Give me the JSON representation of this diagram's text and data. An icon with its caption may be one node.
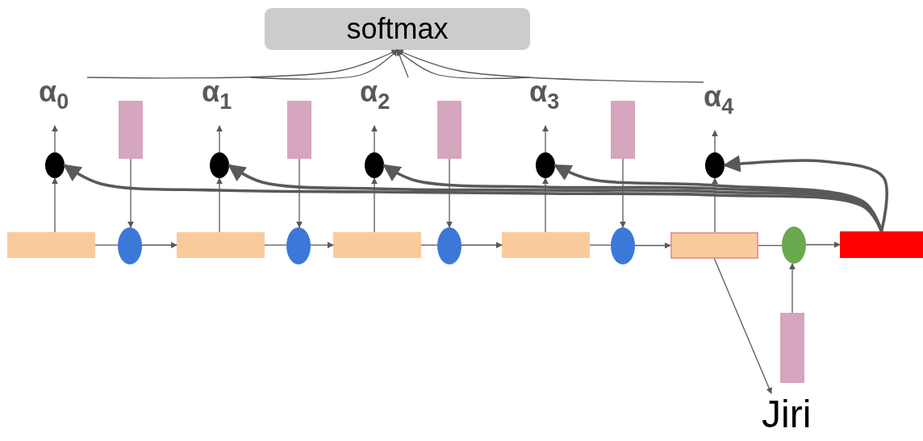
{
  "diagram": {
    "nodes": [
      {
        "text": [
          "softmax"
        ]
      },
      {
        "text": [
          "α$_{0}$"
        ]
      },
      {
        "text": [
          "α$_{1}$"
        ]
      },
      {
        "text": [
          "α$_{2}$"
        ]
      },
      {
        "text": [
          "α$_{3}$"
        ]
      },
      {
        "text": [
          "α$_{4}$"
        ]
      },
      {
        "text": [],
        "shape": "bar"
      },
      {
        "text": [],
        "shape": "bar"
      },
      {
        "text": [],
        "shape": "bar"
      },
      {
        "text": [],
        "shape": "bar"
      },
      {
        "text": [],
        "shape": "circle"
      },
      {
        "text": [],
        "shape": "circle"
      },
      {
        "text": [],
        "shape": "circle"
      },
      {
        "text": [],
        "shape": "circle"
      },
      {
        "text": [],
        "shape": "circle"
      },
      {
        "text": [],
        "shape": "box"
      },
      {
        "text": [],
        "shape": "circle"
      },
      {
        "text": [],
        "shape": "box"
      },
      {
        "text": [],
        "shape": "circle"
      },
      {
        "text": [],
        "shape": "box"
      },
      {
        "text": [],
        "shape": "circle"
      },
      {
        "text": [],
        "shape": "box"
      },
      {
        "text": [],
        "shape": "circle"
      },
      {
        "text": [],
        "shape": "box"
      },
      {
        "text": [],
        "shape": "circle"
      },
      {
        "text": [],
        "shape": "bar"
      },
      {
        "text": [],
        "shape": "bar"
      },
      {
        "text": [
          "Jiri"
        ]
      }
    ],
    "edges": [
      {
        "from": 1,
        "to": 0,
        "arrow": "to"
      },
      {
        "from": 2,
        "to": 0,
        "arrow": "to"
      },
      {
        "from": 3,
        "to": 0,
        "arrow": "to"
      },
      {
        "from": 4,
        "to": 0,
        "arrow": "to"
      },
      {
        "from": 5,
        "to": 0,
        "arrow": "to"
      },
      {
        "from": 10,
        "to": 1,
        "arrow": "to"
      },
      {
        "from": 11,
        "to": 2,
        "arrow": "to"
      },
      {
        "from": 12,
        "to": 3,
        "arrow": "to"
      },
      {
        "from": 13,
        "to": 4,
        "arrow": "to"
      },
      {
        "from": 14,
        "to": 5,
        "arrow": "to"
      },
      {
        "from": 15,
        "to": 10,
        "arrow": "to"
      },
      {
        "from": 17,
        "to": 11,
        "arrow": "to"
      },
      {
        "from": 19,
        "to": 12,
        "arrow": "to"
      },
      {
        "from": 21,
        "to": 13,
        "arrow": "to"
      },
      {
        "from": 23,
        "to": 14,
        "arrow": "to"
      },
      {
        "from": 6,
        "to": 16,
        "arrow": "to"
      },
      {
        "from": 7,
        "to": 18,
        "arrow": "to"
      },
      {
        "from": 8,
        "to": 20,
        "arrow": "to"
      },
      {
        "from": 9,
        "to": 22,
        "arrow": "to"
      },
      {
        "from": 15,
        "to": 16,
        "arrow": "none"
      },
      {
        "from": 16,
        "to": 17,
        "arrow": "to"
      },
      {
        "from": 17,
        "to": 18,
        "arrow": "none"
      },
      {
        "from": 18,
        "to": 19,
        "arrow": "to"
      },
      {
        "from": 19,
        "to": 20,
        "arrow": "none"
      },
      {
        "from": 20,
        "to": 21,
        "arrow": "to"
      },
      {
        "from": 21,
        "to": 22,
        "arrow": "none"
      },
      {
        "from": 22,
        "to": 23,
        "arrow": "to"
      },
      {
        "from": 23,
        "to": 24,
        "arrow": "none"
      },
      {
        "from": 24,
        "to": 25,
        "arrow": "to"
      },
      {
        "from": 26,
        "to": 24,
        "arrow": "to"
      },
      {
        "from": 23,
        "to": 27,
        "arrow": "to"
      },
      {
        "from": 25,
        "to": 10,
        "arrow": "to",
        "style": "thick"
      },
      {
        "from": 25,
        "to": 11,
        "arrow": "to",
        "style": "thick"
      },
      {
        "from": 25,
        "to": 12,
        "arrow": "to",
        "style": "thick"
      },
      {
        "from": 25,
        "to": 13,
        "arrow": "to",
        "style": "thick"
      },
      {
        "from": 25,
        "to": 14,
        "arrow": "to",
        "style": "thick"
      }
    ]
  }
}
